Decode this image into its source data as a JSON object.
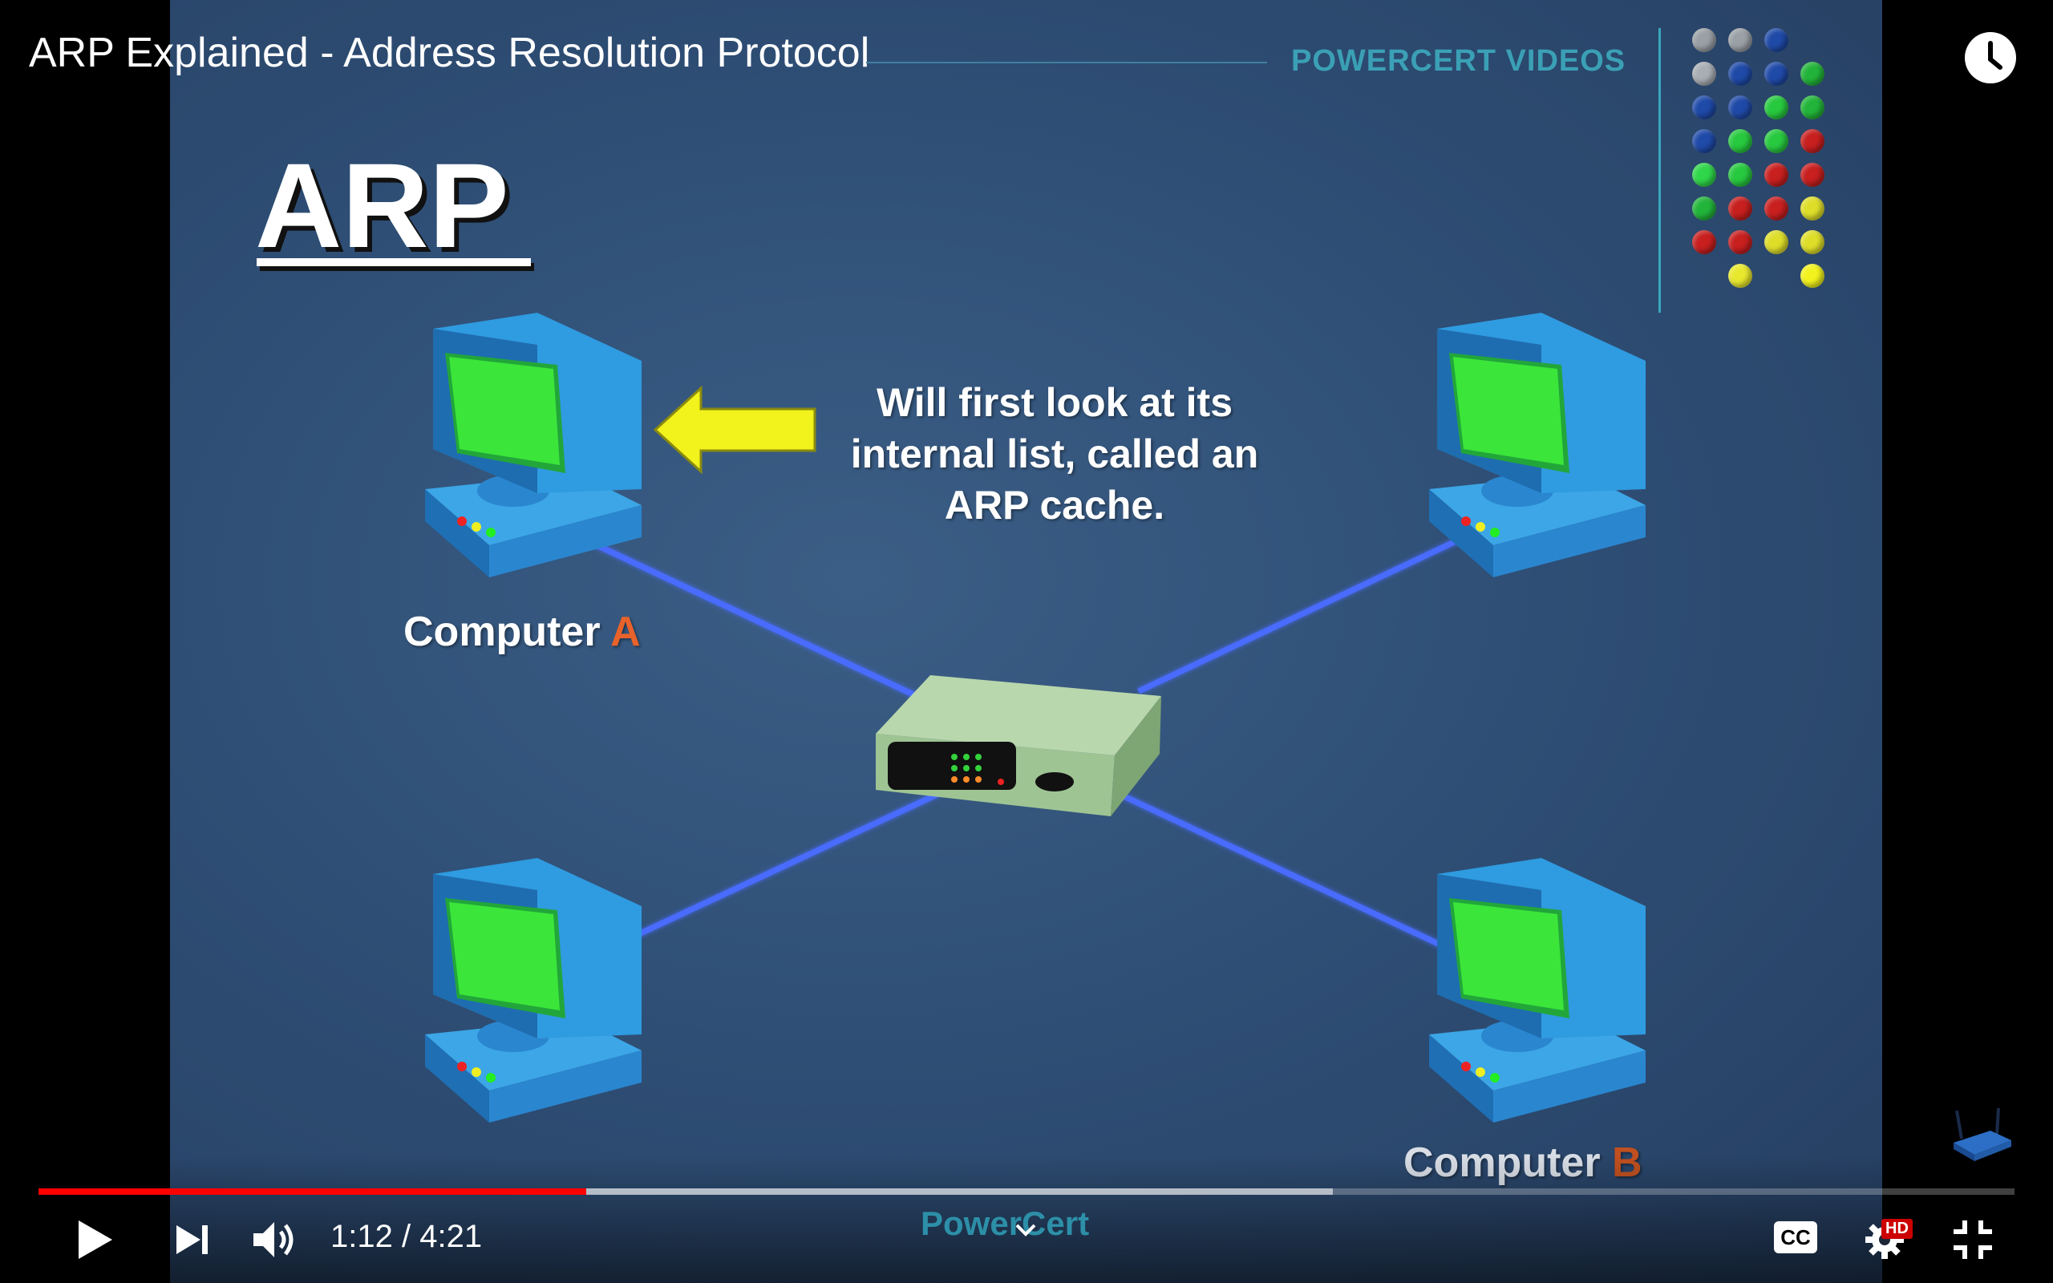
{
  "video": {
    "title": "ARP Explained - Address Resolution Protocol",
    "brand": "POWERCERT VIDEOS",
    "watermark": "PowerCert"
  },
  "slide": {
    "heading": "ARP",
    "callout_lines": [
      "Will first look at its",
      "internal list, called an",
      "ARP cache."
    ],
    "computer_a_label": "Computer",
    "computer_a_letter": "A",
    "computer_b_label": "Computer",
    "computer_b_letter": "B"
  },
  "player": {
    "current_time": "1:12",
    "separator": "/",
    "duration": "4:21",
    "played_fraction": 0.277,
    "buffered_fraction": 0.655,
    "cc_label": "CC",
    "hd_badge": "HD"
  },
  "icons": {
    "play": "play-icon",
    "next": "next-icon",
    "volume": "volume-icon",
    "captions": "captions-icon",
    "settings": "gear-icon",
    "exit_fullscreen": "exit-fullscreen-icon",
    "watch_later": "clock-icon",
    "chevron": "chevron-down-icon"
  },
  "colors": {
    "progress": "#ff0000",
    "letter_accent": "#e8622b",
    "brand_teal": "#3ba0b5",
    "slide_bg": "#2f4f76"
  }
}
